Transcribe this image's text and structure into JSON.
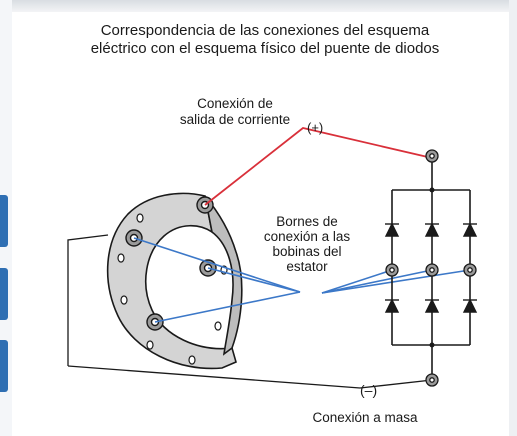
{
  "title_line1": "Correspondencia de las conexiones del esquema",
  "title_line2": "eléctrico con el esquema físico del puente de diodos",
  "output_label_line1": "Conexión de",
  "output_label_line2": "salida de corriente",
  "plus_sign": "(+)",
  "minus_sign": "(–)",
  "terminals_label_line1": "Bornes de",
  "terminals_label_line2": "conexión a las",
  "terminals_label_line3": "bobinas del",
  "terminals_label_line4": "estator",
  "ground_label": "Conexión a masa",
  "colors": {
    "positive_wire": "#d9303a",
    "stator_wires": "#3c78c8",
    "lines": "#1a1a1a",
    "accent_tab": "#2f6fb3"
  }
}
